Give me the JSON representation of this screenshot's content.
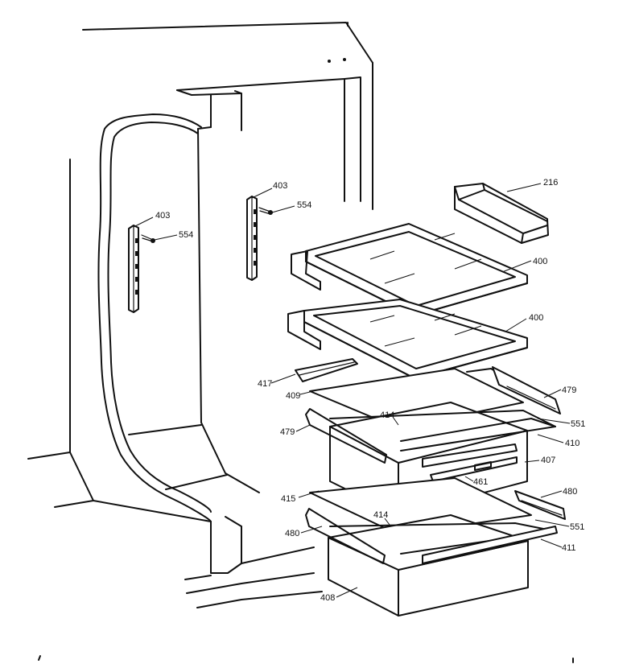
{
  "diagram": {
    "callouts": {
      "c403a": "403",
      "c554a": "554",
      "c403b": "403",
      "c554b": "554",
      "c216": "216",
      "c400a": "400",
      "c400b": "400",
      "c417": "417",
      "c409": "409",
      "c479a": "479",
      "c414a": "414",
      "c551a": "551",
      "c479b": "479",
      "c410": "410",
      "c407": "407",
      "c461": "461",
      "c480a": "480",
      "c415": "415",
      "c414b": "414",
      "c551b": "551",
      "c480b": "480",
      "c411": "411",
      "c408": "408"
    }
  }
}
